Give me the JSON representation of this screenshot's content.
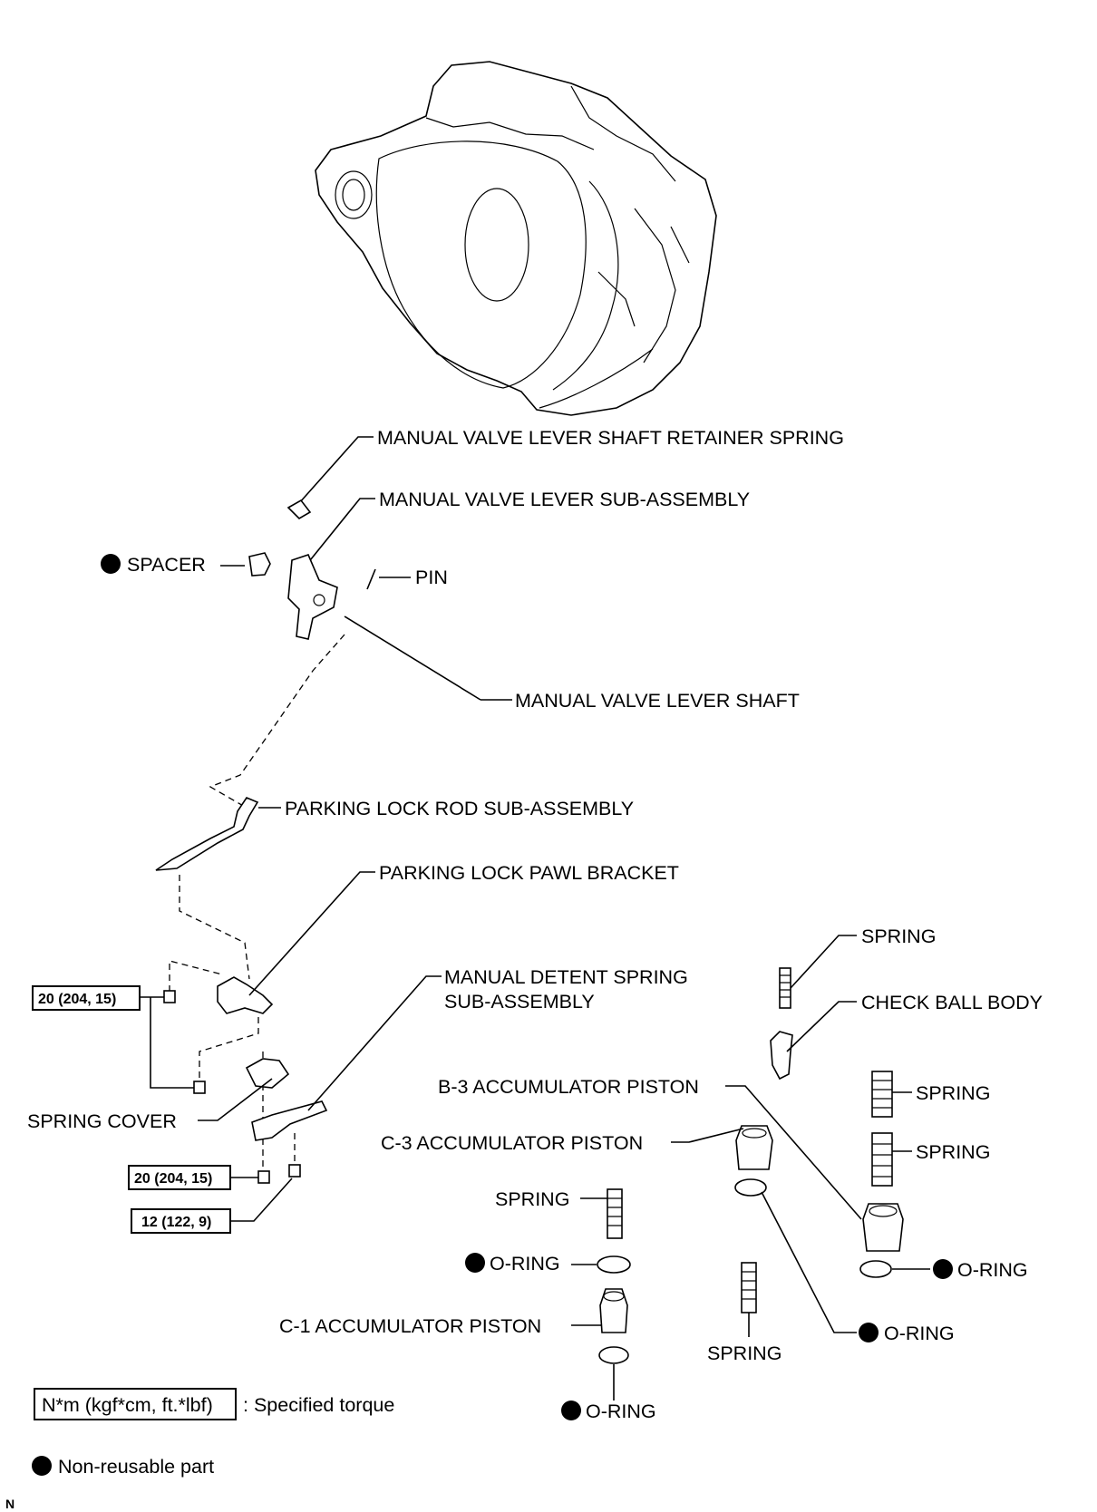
{
  "labels": {
    "retainer_spring": "MANUAL VALVE LEVER SHAFT RETAINER SPRING",
    "lever_sub": "MANUAL VALVE LEVER SUB-ASSEMBLY",
    "spacer": "SPACER",
    "pin": "PIN",
    "lever_shaft": "MANUAL VALVE LEVER SHAFT",
    "parking_rod": "PARKING LOCK ROD SUB-ASSEMBLY",
    "pawl_bracket": "PARKING LOCK PAWL BRACKET",
    "detent_spring_1": "MANUAL DETENT SPRING",
    "detent_spring_2": "SUB-ASSEMBLY",
    "spring_cover": "SPRING COVER",
    "spring_top": "SPRING",
    "check_ball_body": "CHECK BALL BODY",
    "b3_piston": "B-3 ACCUMULATOR PISTON",
    "spring_b3_1": "SPRING",
    "spring_b3_2": "SPRING",
    "c3_piston": "C-3 ACCUMULATOR PISTON",
    "oring_b3": "O-RING",
    "spring_c1": "SPRING",
    "oring_c1_top": "O-RING",
    "c1_piston": "C-1 ACCUMULATOR PISTON",
    "oring_c3": "O-RING",
    "spring_c3": "SPRING",
    "oring_c1_bottom": "O-RING"
  },
  "torques": {
    "t1": "20 (204, 15)",
    "t2": "20 (204, 15)",
    "t3": "12 (122, 9)"
  },
  "legend": {
    "torque_unit": "N*m (kgf*cm, ft.*lbf)",
    "torque_desc": ": Specified torque",
    "non_reusable": "Non-reusable part"
  },
  "corner_mark": "N"
}
